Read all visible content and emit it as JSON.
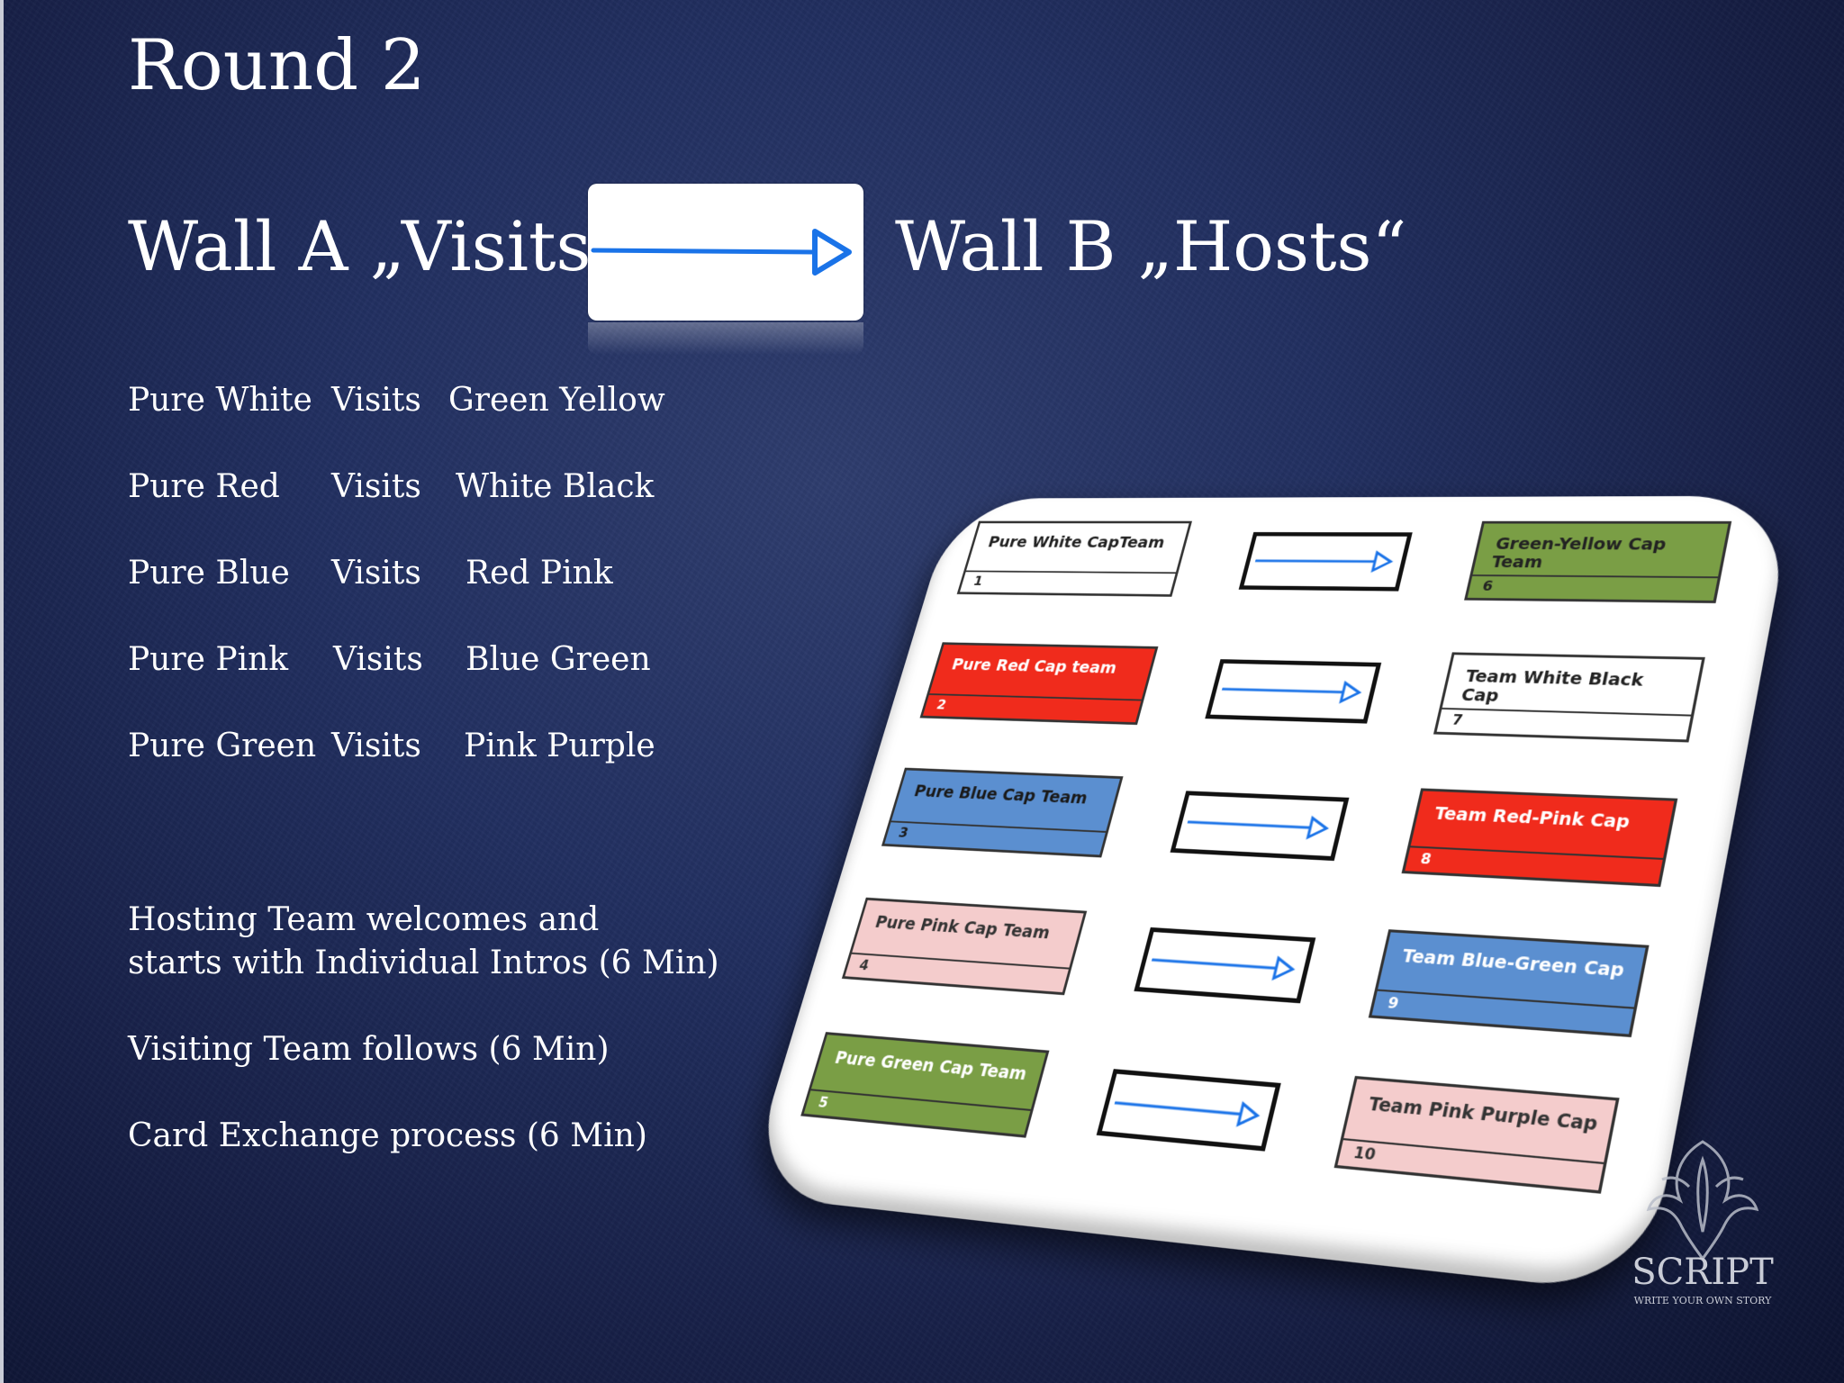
{
  "title": "Round 2",
  "header": {
    "wall_a": "Wall A „Visits",
    "wall_b": "Wall B „Hosts“"
  },
  "pairings": [
    {
      "team": "Pure White",
      "action": "Visits",
      "host": "Green Yellow"
    },
    {
      "team": "Pure Red",
      "action": "Visits",
      "host": "White Black"
    },
    {
      "team": "Pure Blue",
      "action": "Visits",
      "host": "Red Pink"
    },
    {
      "team": "Pure Pink",
      "action": "Visits",
      "host": "Blue Green"
    },
    {
      "team": "Pure Green",
      "action": "Visits",
      "host": "Pink Purple"
    }
  ],
  "notes": {
    "hosting_line1": "Hosting Team welcomes and",
    "hosting_line2": "starts with Individual Intros (6 Min)",
    "visiting": "Visiting Team follows (6 Min)",
    "exchange": "Card Exchange process (6 Min)"
  },
  "board": {
    "rows": [
      {
        "left": {
          "label": "Pure White CapTeam",
          "number": "1",
          "color": "#ffffff",
          "text_color": "#222222"
        },
        "right": {
          "label": "Green-Yellow Cap Team",
          "number": "6",
          "color": "#7a9e45",
          "text_color": "#222222"
        }
      },
      {
        "left": {
          "label": "Pure Red Cap team",
          "number": "2",
          "color": "#f02b1c",
          "text_color": "#ffffff"
        },
        "right": {
          "label": "Team White Black Cap",
          "number": "7",
          "color": "#ffffff",
          "text_color": "#222222"
        }
      },
      {
        "left": {
          "label": "Pure Blue Cap Team",
          "number": "3",
          "color": "#5b8fd0",
          "text_color": "#1a1a1a"
        },
        "right": {
          "label": "Team Red-Pink Cap",
          "number": "8",
          "color": "#f02b1c",
          "text_color": "#ffffff"
        }
      },
      {
        "left": {
          "label": "Pure Pink Cap Team",
          "number": "4",
          "color": "#f4cccc",
          "text_color": "#333333"
        },
        "right": {
          "label": "Team Blue-Green Cap",
          "number": "9",
          "color": "#5b8fd0",
          "text_color": "#ffffff"
        }
      },
      {
        "left": {
          "label": "Pure Green Cap Team",
          "number": "5",
          "color": "#7a9e45",
          "text_color": "#ffffff"
        },
        "right": {
          "label": "Team Pink Purple Cap",
          "number": "10",
          "color": "#f4cccc",
          "text_color": "#333333"
        }
      }
    ]
  },
  "logo": {
    "name": "SCRIPT",
    "tagline": "WRITE YOUR OWN STORY"
  },
  "colors": {
    "background": "#223061",
    "arrow": "#1a73e8"
  }
}
